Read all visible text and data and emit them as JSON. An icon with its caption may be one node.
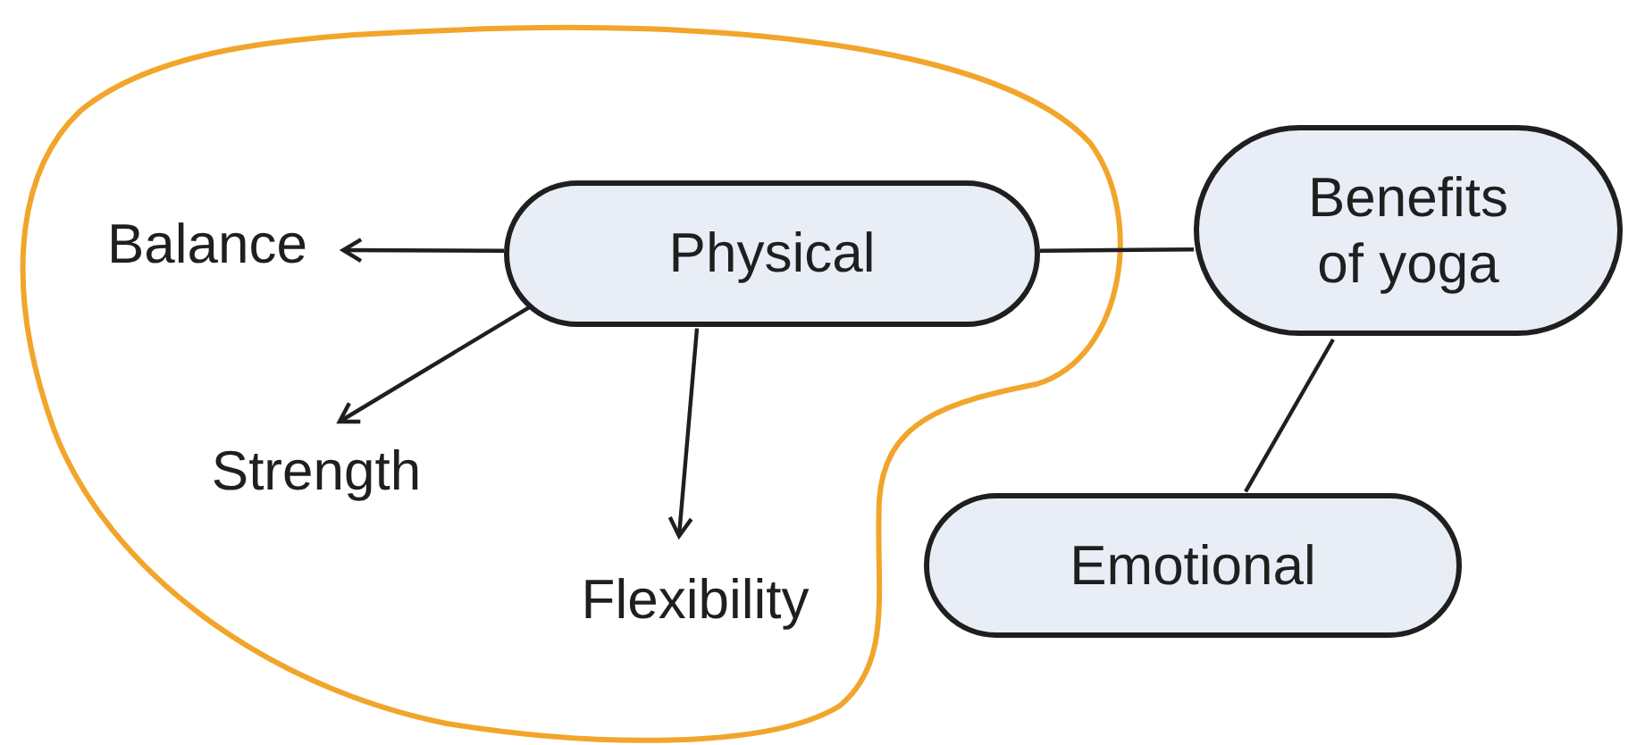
{
  "diagram": {
    "nodes": [
      {
        "text": [
          "Physical"
        ]
      },
      {
        "text": [
          "Benefits of yoga"
        ]
      },
      {
        "text": [
          "Emotional"
        ]
      },
      {
        "text": [
          "Balance"
        ]
      },
      {
        "text": [
          "Strength"
        ]
      },
      {
        "text": [
          "Flexibility"
        ]
      }
    ],
    "edges": [
      {
        "from": 0,
        "to": 1,
        "arrow": "none"
      },
      {
        "from": 1,
        "to": 2,
        "arrow": "none"
      },
      {
        "from": 0,
        "to": 3,
        "arrow": "to"
      },
      {
        "from": 0,
        "to": 4,
        "arrow": "to"
      },
      {
        "from": 0,
        "to": 5,
        "arrow": "to"
      }
    ]
  }
}
